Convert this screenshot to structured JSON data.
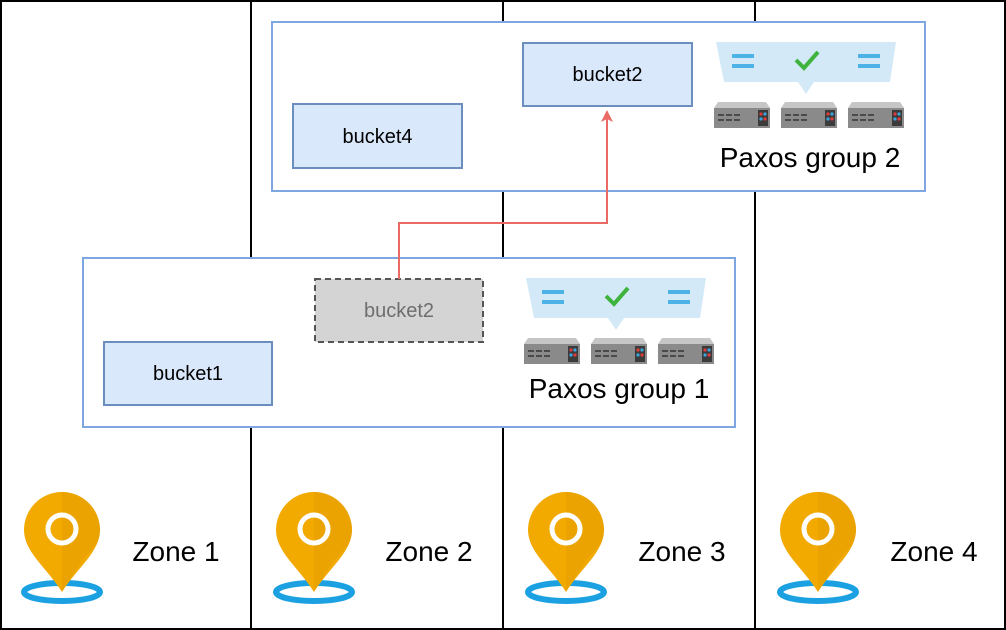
{
  "colors": {
    "group_border": "#7ea6e0",
    "bucket_fill": "#dae8fc",
    "bucket_border": "#6c8ebf",
    "ghost_fill": "#d4d4d4",
    "ghost_border": "#555555",
    "arrow": "#ea6b66",
    "pin": "#f2a900",
    "pin_dark": "#d48e00",
    "pin_base": "#1ba1e2",
    "bubble": "#d3e9f7",
    "check": "#3eb33e",
    "server": "#8c8c8c"
  },
  "zones": [
    {
      "label": "Zone 1",
      "icon": "map-pin-icon"
    },
    {
      "label": "Zone 2",
      "icon": "map-pin-icon"
    },
    {
      "label": "Zone 3",
      "icon": "map-pin-icon"
    },
    {
      "label": "Zone 4",
      "icon": "map-pin-icon"
    }
  ],
  "groups": [
    {
      "label": "Paxos group 2",
      "icon": "paxos-servers-icon",
      "buckets": [
        {
          "label": "bucket2",
          "state": "active"
        },
        {
          "label": "bucket4",
          "state": "active"
        }
      ]
    },
    {
      "label": "Paxos group 1",
      "icon": "paxos-servers-icon",
      "buckets": [
        {
          "label": "bucket2",
          "state": "moving"
        },
        {
          "label": "bucket1",
          "state": "active"
        }
      ]
    }
  ],
  "migration": {
    "from": "Paxos group 1 / bucket2",
    "to": "Paxos group 2 / bucket2"
  }
}
